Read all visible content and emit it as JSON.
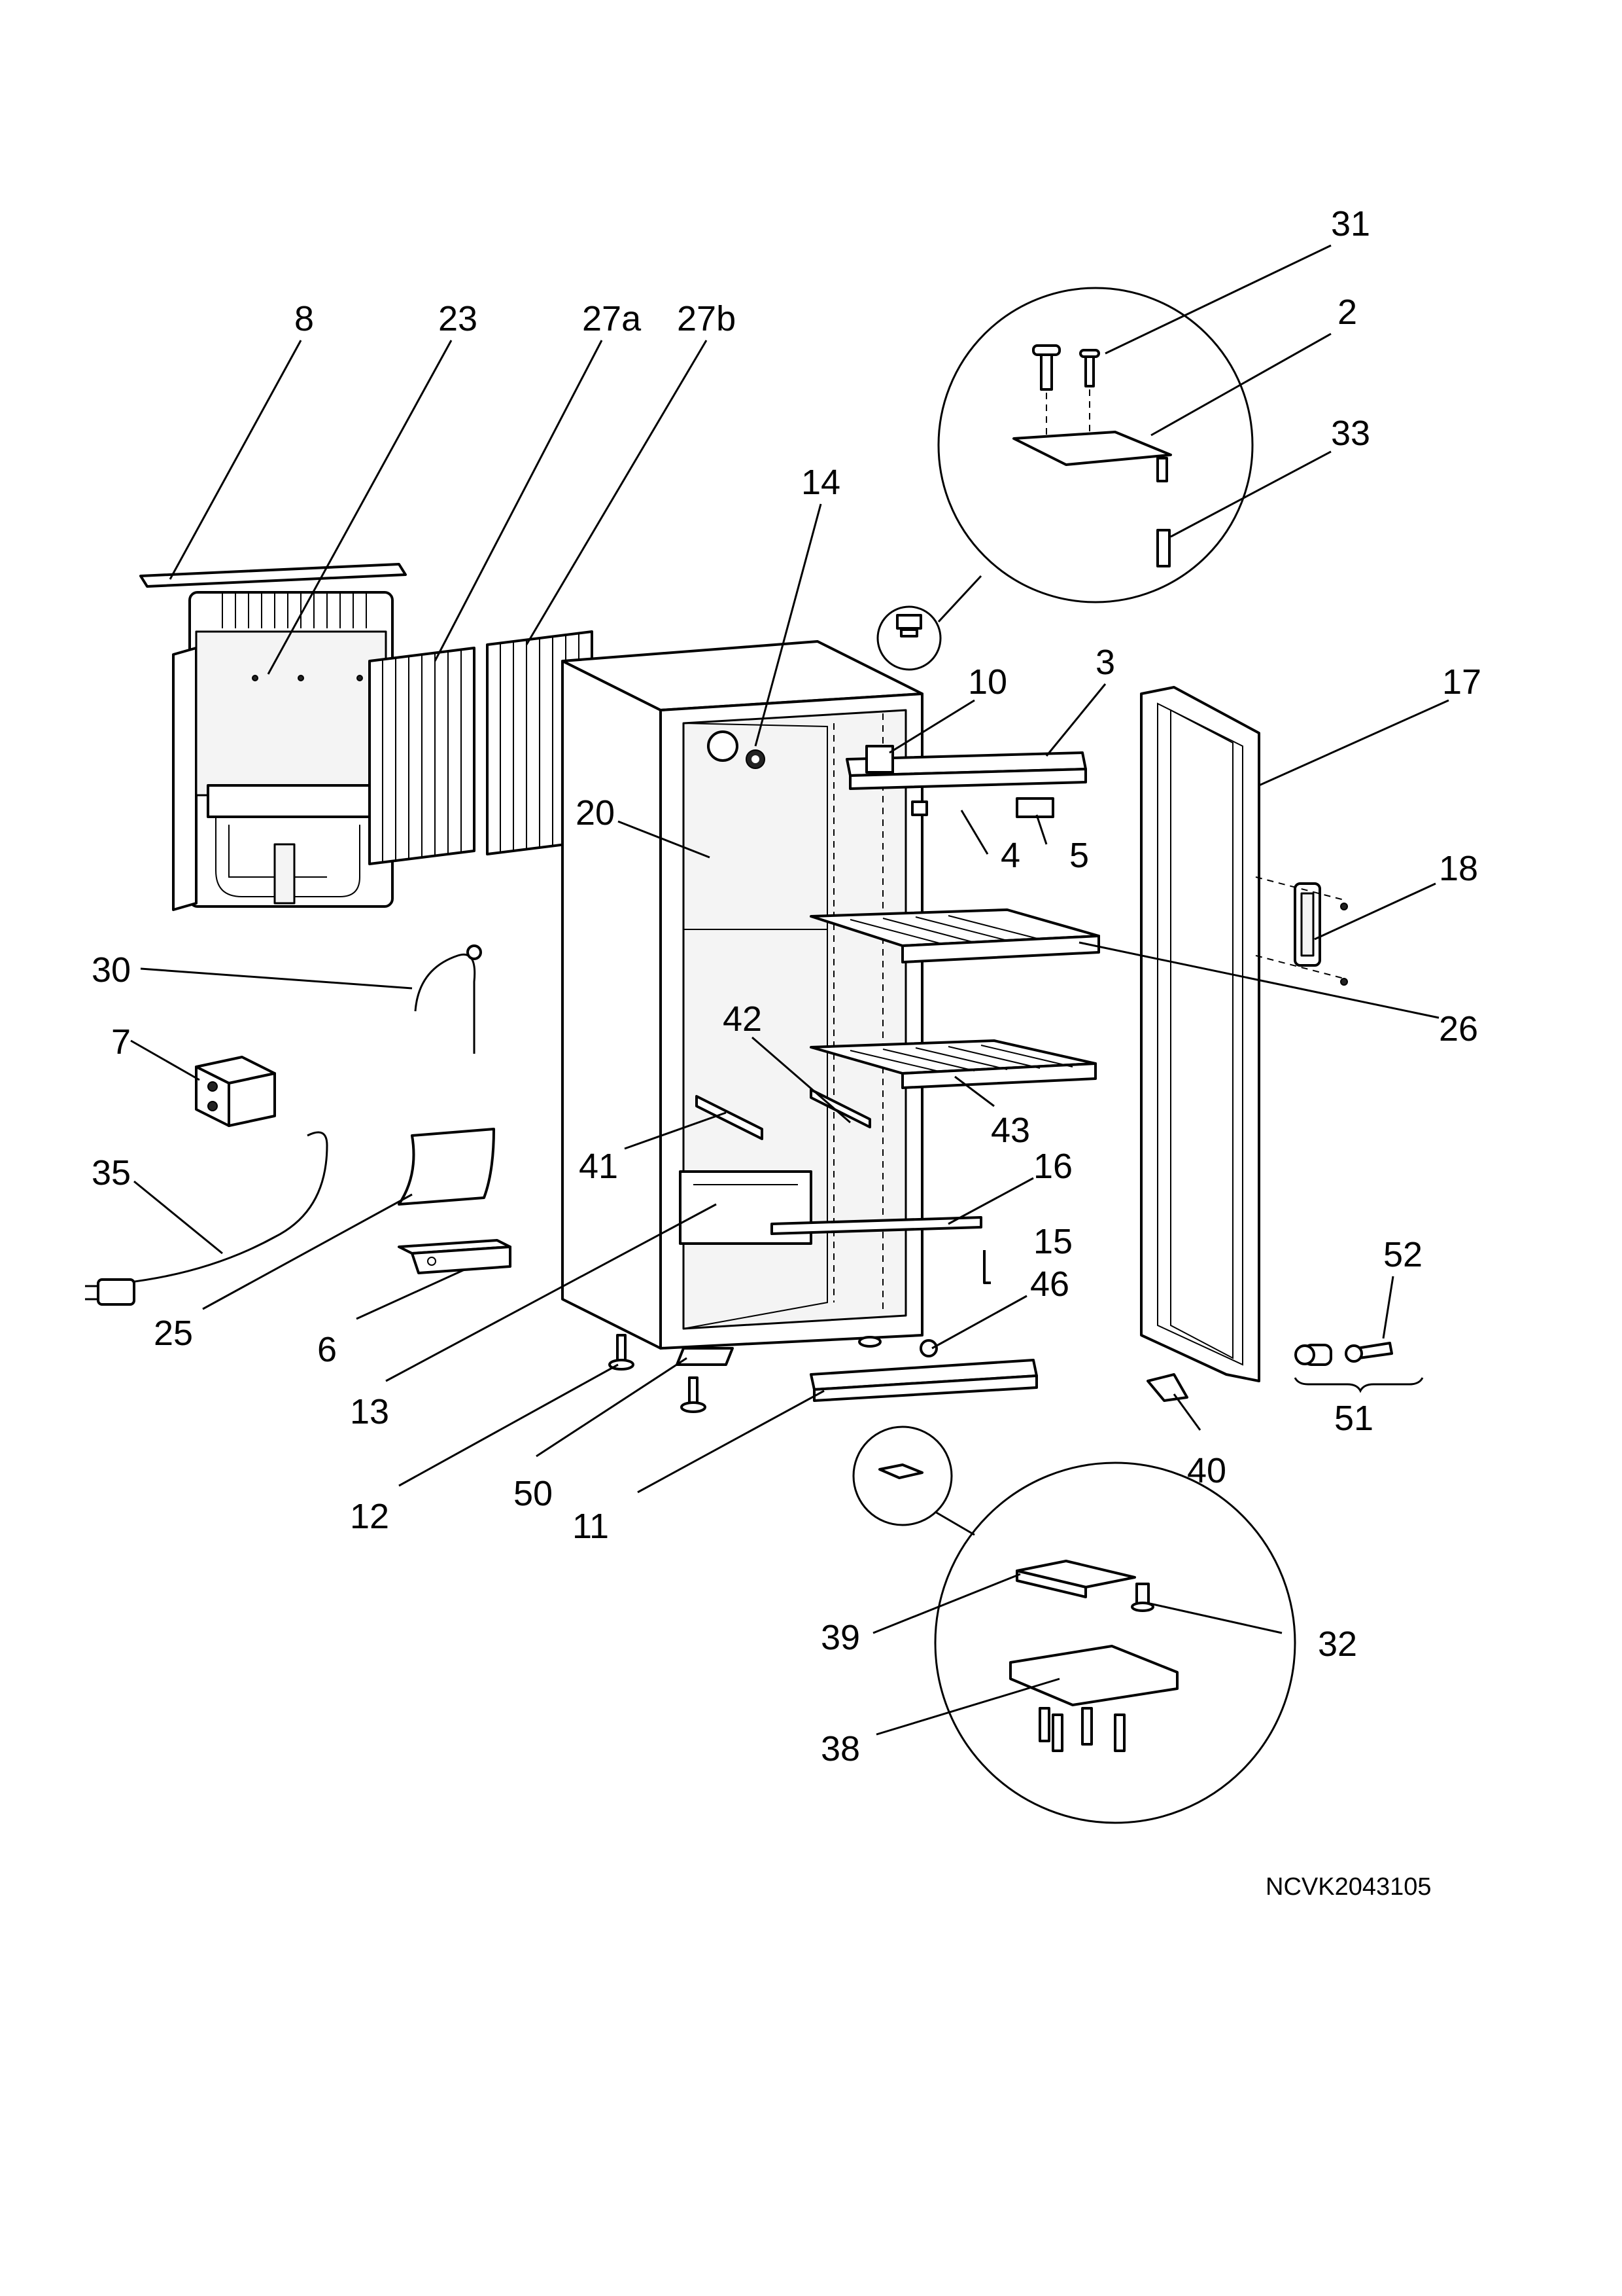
{
  "drawing_code": "NCVK2043105",
  "callouts": {
    "c2": "2",
    "c3": "3",
    "c4": "4",
    "c5": "5",
    "c6": "6",
    "c7": "7",
    "c8": "8",
    "c10": "10",
    "c11": "11",
    "c12": "12",
    "c13": "13",
    "c14": "14",
    "c15": "15",
    "c16": "16",
    "c17": "17",
    "c18": "18",
    "c20": "20",
    "c23": "23",
    "c25": "25",
    "c26": "26",
    "c27a": "27a",
    "c27b": "27b",
    "c30": "30",
    "c31": "31",
    "c32": "32",
    "c33": "33",
    "c35": "35",
    "c38": "38",
    "c39": "39",
    "c40": "40",
    "c41": "41",
    "c42": "42",
    "c43": "43",
    "c46": "46",
    "c50": "50",
    "c51": "51",
    "c52": "52"
  }
}
